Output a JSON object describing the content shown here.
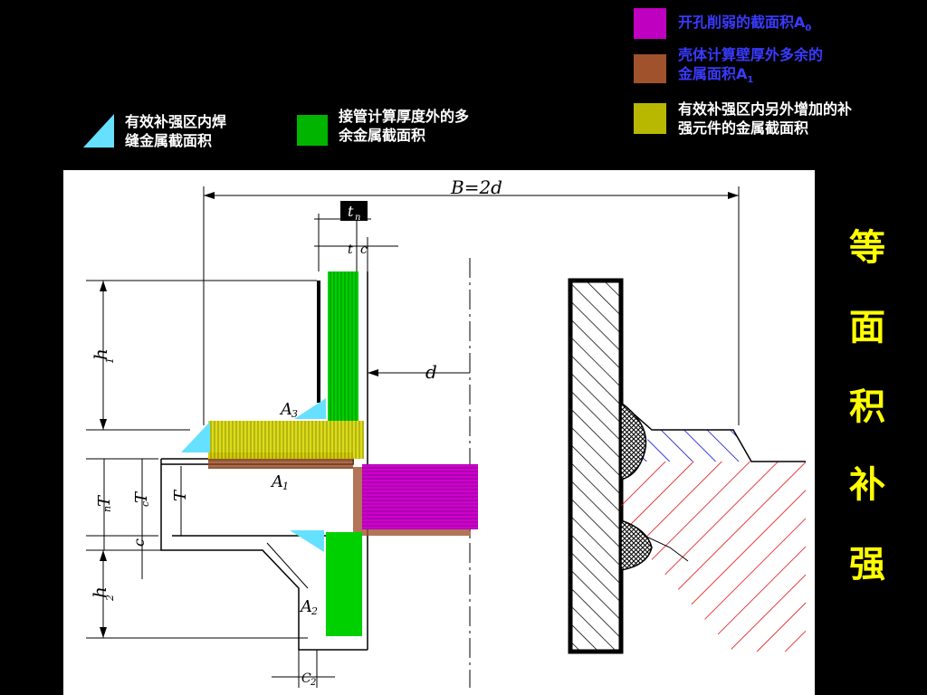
{
  "legend": {
    "weld_area": "有效补强区内焊缝金属截面积",
    "weld_area_line1": "有效补强区内焊",
    "weld_area_line2": "缝金属截面积",
    "nozzle_area_line1": "接管计算厚度外的多",
    "nozzle_area_line2": "余金属截面积",
    "opening_area": "开孔削弱的截面积A",
    "opening_area_sub": "0",
    "shell_area_line1": "壳体计算壁厚外多余的",
    "shell_area_line2": "金属面积A",
    "shell_area_sub": "1",
    "extra_area_line1": "有效补强区内另外增加的补",
    "extra_area_line2": "强元件的金属截面积"
  },
  "colors": {
    "weld": "#66e0ff",
    "nozzle": "#00b400",
    "opening": "#c000c0",
    "shell": "#a0522d",
    "extra": "#b8b800",
    "title": "#ffff00",
    "opening_text": "#3a3aff"
  },
  "title_chars": [
    "等",
    "面",
    "积",
    "补",
    "强"
  ],
  "drawing_labels": {
    "B": "B=2d",
    "tn": "t",
    "tn_sub": "n",
    "t": "t",
    "c": "c",
    "d": "d",
    "h1": "h",
    "h1_sub": "1",
    "h2": "h",
    "h2_sub": "2",
    "A1": "A",
    "A1_sub": "1",
    "A2": "A",
    "A2_sub": "2",
    "A3": "A",
    "A3_sub": "3",
    "Tn": "T",
    "Tn_sub": "n",
    "Tc": "T",
    "Tc_sub": "c",
    "T": "T",
    "C2": "C",
    "C2_sub": "2"
  }
}
